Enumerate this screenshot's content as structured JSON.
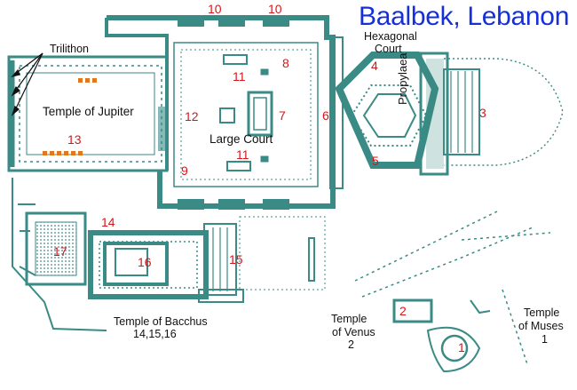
{
  "title": "Baalbek, Lebanon",
  "labels": {
    "trilithon": "Trilithon",
    "temple_jupiter": "Temple of Jupiter",
    "large_court": "Large Court",
    "hexagonal_court_1": "Hexagonal",
    "hexagonal_court_2": "Court",
    "propylaea": "Propylaea",
    "temple_bacchus_1": "Temple of Bacchus",
    "temple_bacchus_2": "14,15,16",
    "temple_venus_1": "Temple",
    "temple_venus_2": "of Venus",
    "temple_venus_3": "2",
    "temple_muses_1": "Temple",
    "temple_muses_2": "of Muses",
    "temple_muses_3": "1"
  },
  "numbers": {
    "n1": "1",
    "n2": "2",
    "n3": "3",
    "n4": "4",
    "n5": "5",
    "n6": "6",
    "n7": "7",
    "n8": "8",
    "n9": "9",
    "n10a": "10",
    "n10b": "10",
    "n11a": "11",
    "n11b": "11",
    "n12": "12",
    "n13": "13",
    "n14": "14",
    "n15": "15",
    "n16": "16",
    "n17": "17"
  },
  "colors": {
    "wall": "#3a8a85",
    "wall_light": "#8fbfbb",
    "number": "#d4161c",
    "title": "#1530d8",
    "column_highlight": "#e07820"
  }
}
